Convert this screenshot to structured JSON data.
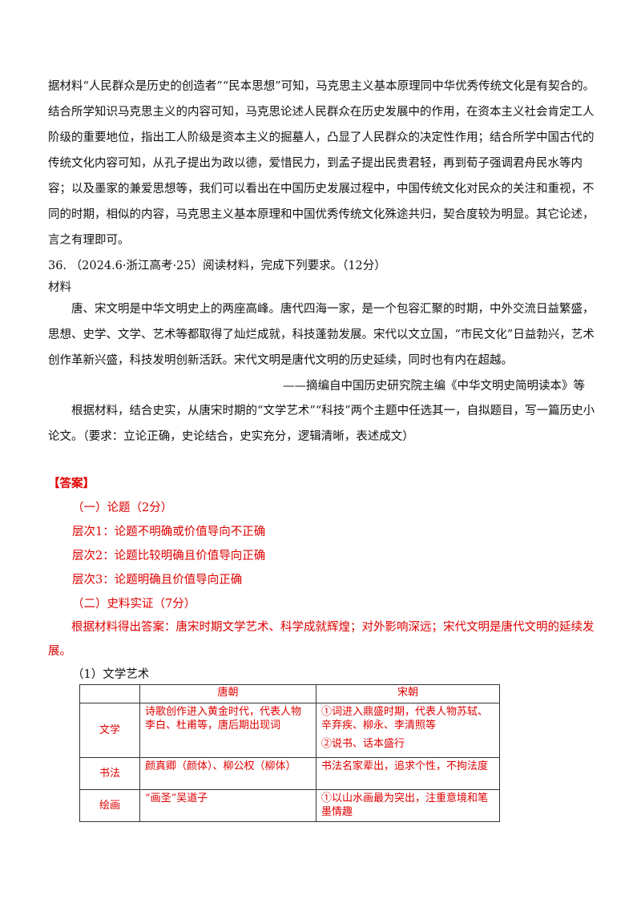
{
  "para_intro": "据材料“人民群众是历史的创造者”“民本思想”可知，马克思主义基本原理同中华优秀传统文化是有契合的。结合所学知识马克思主义的内容可知，马克思论述人民群众在历史发展中的作用，在资本主义社会肯定工人阶级的重要地位，指出工人阶级是资本主义的掘墓人，凸显了人民群众的决定性作用；结合所学中国古代的传统文化内容可知，从孔子提出为政以德，爱惜民力，到孟子提出民贵君轻，再到荀子强调君舟民水等内容；以及墨家的兼爱思想等，我们可以看出在中国历史发展过程中，中国传统文化对民众的关注和重视，不同的时期，相似的内容，马克思主义基本原理和中国优秀传统文化殊途共归，契合度较为明显。其它论述，言之有理即可。",
  "question": {
    "header": "36. （2024.6·浙江高考·25）阅读材料，完成下列要求。（12分）",
    "material_label": "材料",
    "material_text": "唐、宋文明是中华文明史上的两座高峰。唐代四海一家，是一个包容汇聚的时期，中外交流日益繁盛，思想、史学、文学、艺术等都取得了灿烂成就，科技蓬勃发展。宋代以文立国，“市民文化”日益勃兴，艺术创作革新兴盛，科技发明创新活跃。宋代文明是唐代文明的历史延续，同时也有内在超越。",
    "source": "——摘编自中国历史研究院主编《中华文明史简明读本》等",
    "requirement": "根据材料，结合史实，从唐宋时期的“文学艺术”“科技”两个主题中任选其一，自拟题目，写一篇历史小论文。（要求：立论正确，史论结合，史实充分，逻辑清晰，表述成文）"
  },
  "answer": {
    "label": "【答案】",
    "part1": "（一）论题（2分）",
    "level1": "层次1：论题不明确或价值导向不正确",
    "level2": "层次2：论题比较明确且价值导向正确",
    "level3": "层次3：论题明确且价值导向正确",
    "part2": "（二）史料实证（7分）",
    "summary": "根据材料得出答案：唐宋时期文学艺术、科学成就辉煌；对外影响深远；宋代文明是唐代文明的延续发展。",
    "sub1": "（1）文学艺术"
  },
  "table": {
    "headers": [
      "",
      "唐朝",
      "宋朝"
    ],
    "rows": [
      {
        "label": "文学",
        "tang": "诗歌创作进入黄金时代，代表人物李白、杜甫等，唐后期出现词",
        "song1": "①词进入鼎盛时期，代表人物苏轼、辛弃疾、柳永、李清照等",
        "song2": "②说书、话本盛行"
      },
      {
        "label": "书法",
        "tang": "颜真卿（颜体）、柳公权（柳体）",
        "song1": "书法名家辈出，追求个性，不拘法度"
      },
      {
        "label": "绘画",
        "tang": "“画圣”吴道子",
        "song1": "①以山水画最为突出，注重意境和笔墨情趣"
      }
    ]
  },
  "colors": {
    "answer": "#e00000",
    "text": "#111111"
  }
}
